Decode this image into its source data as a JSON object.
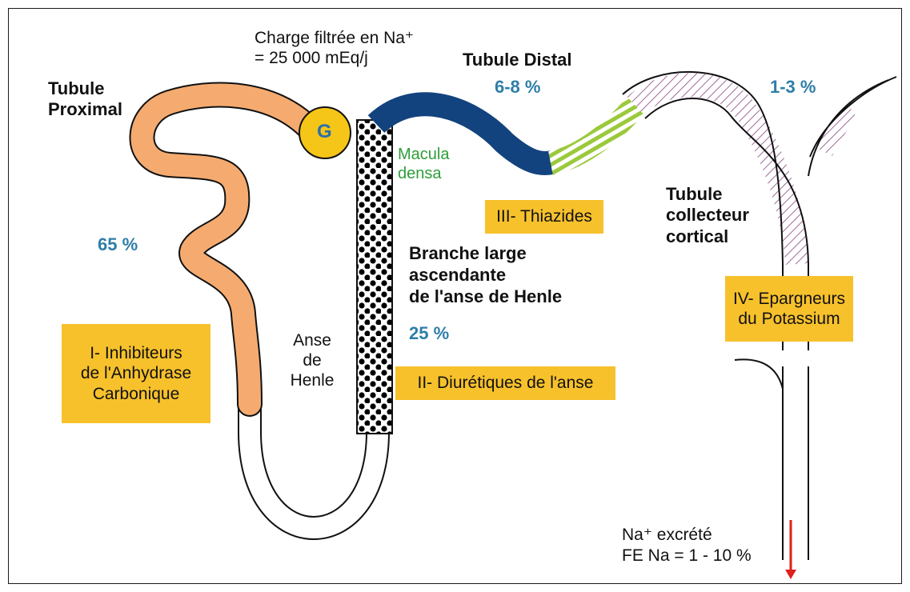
{
  "colors": {
    "proximal": "#f5ab70",
    "glomerulus": "#f5c518",
    "distal": "#13437e",
    "thiazide_stripes": "#9bc93c",
    "collector_hatch": "#a06a9a",
    "drug_box": "#f7c12c",
    "percent_text": "#2e7ea8",
    "macula_text": "#2e9e3a",
    "excretion_arrow": "#e0201b"
  },
  "labels": {
    "filtered_load": "Charge filtrée en Na⁺\n= 25 000 mEq/j",
    "glomerulus": "G",
    "proximal_title": "Tubule\nProximal",
    "proximal_pct": "65 %",
    "distal_title": "Tubule Distal",
    "distal_pct": "6-8 %",
    "collector_pct": "1-3 %",
    "macula_densa": "Macula\ndensa",
    "henle_loop": "Anse\nde\nHenle",
    "thick_ascending": "Branche large\nascendante\nde l'anse de Henle",
    "thick_ascending_pct": "25 %",
    "collector_title": "Tubule\ncollecteur\ncortical",
    "excretion": "Na⁺ excrété\nFE Na = 1 - 10 %"
  },
  "drug_classes": [
    {
      "label": "I- Inhibiteurs\nde l'Anhydrase\nCarbonique"
    },
    {
      "label": "II- Diurétiques de l'anse"
    },
    {
      "label": "III- Thiazides"
    },
    {
      "label": "IV- Epargneurs\ndu Potassium"
    }
  ]
}
